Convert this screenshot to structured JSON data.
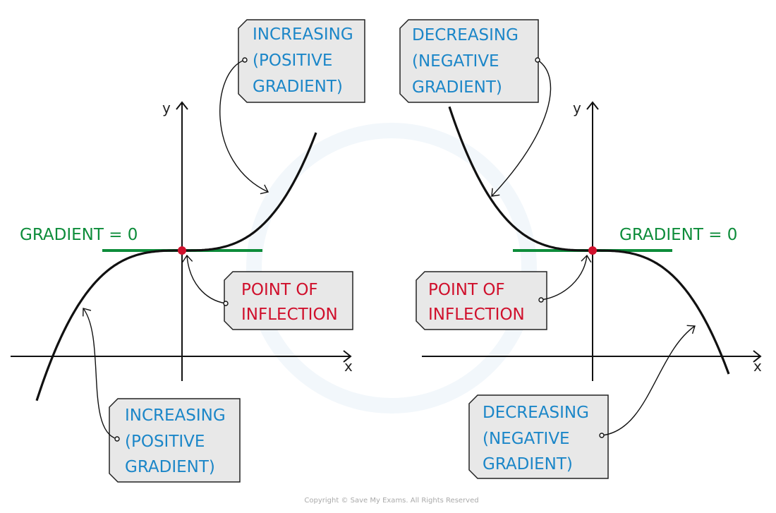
{
  "left_graph": {
    "axis_x": "x",
    "axis_y": "y",
    "gradient_label": "GRADIENT = 0",
    "top_box": [
      "INCREASING",
      "(POSITIVE",
      "GRADIENT)"
    ],
    "inflection_box": [
      "POINT  OF",
      "INFLECTION"
    ],
    "bottom_box": [
      "INCREASING",
      "(POSITIVE",
      "GRADIENT)"
    ]
  },
  "right_graph": {
    "axis_x": "x",
    "axis_y": "y",
    "gradient_label": "GRADIENT = 0",
    "top_box": [
      "DECREASING",
      "(NEGATIVE",
      "GRADIENT)"
    ],
    "inflection_box": [
      "POINT  OF",
      "INFLECTION"
    ],
    "bottom_box": [
      "DECREASING",
      "(NEGATIVE",
      "GRADIENT)"
    ]
  },
  "colors": {
    "increasing_text": "#1b86c8",
    "inflection": "#d0102c",
    "gradient_zero": "#0d8c3a",
    "box_fill": "#e8e8e8"
  },
  "copyright": "Copyright © Save My Exams. All Rights Reserved"
}
